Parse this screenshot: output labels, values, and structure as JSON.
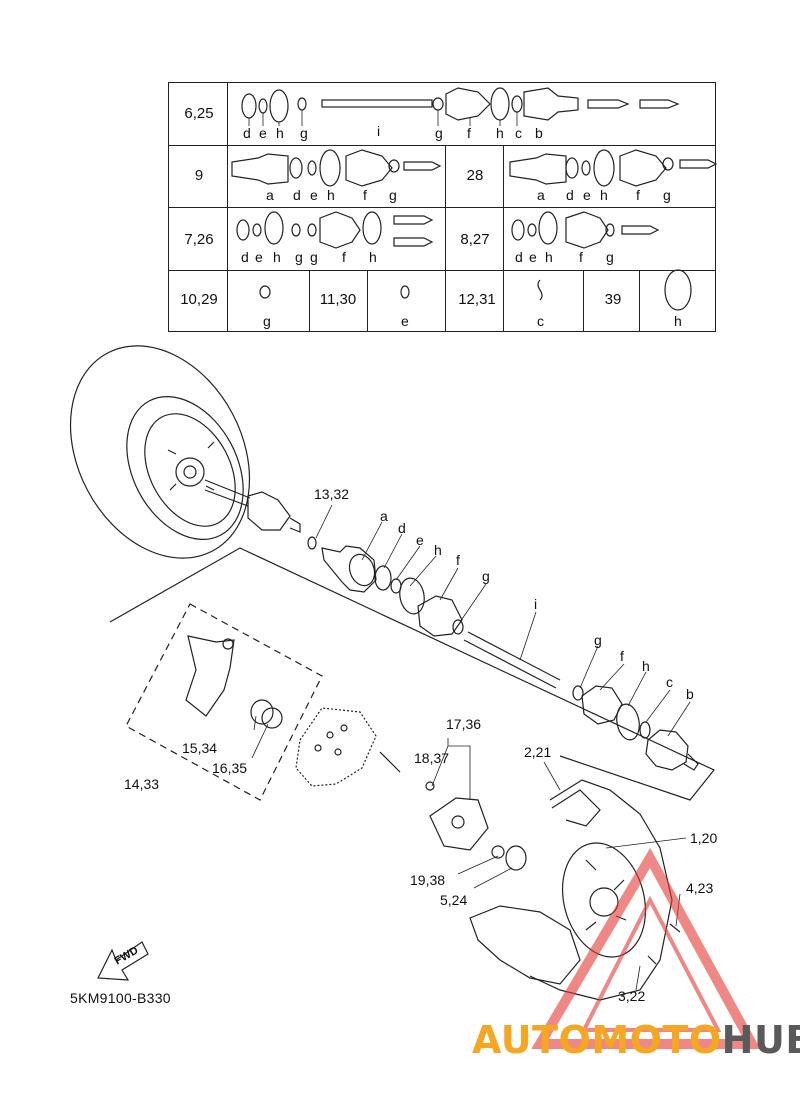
{
  "part_code": "5KM9100-B330",
  "fwd_label": "FWD",
  "watermark": {
    "part1": "AUTOMOTO",
    "part2": "HUB",
    "color1": "#f5a623",
    "color2": "#5a5a5a",
    "logo_color": "#e53935"
  },
  "kit_table": {
    "row1": {
      "kit": "6,25",
      "letters": [
        "d",
        "e",
        "h",
        "g",
        "i",
        "g",
        "f",
        "h",
        "c",
        "b"
      ]
    },
    "row2": {
      "kit_left": "9",
      "letters_left": [
        "a",
        "d",
        "e",
        "h",
        "f",
        "g"
      ],
      "kit_right": "28",
      "letters_right": [
        "a",
        "d",
        "e",
        "h",
        "f",
        "g"
      ]
    },
    "row3": {
      "kit_left": "7,26",
      "letters_left": [
        "d",
        "e",
        "h",
        "g",
        "g",
        "f",
        "h"
      ],
      "kit_right": "8,27",
      "letters_right": [
        "d",
        "e",
        "h",
        "f",
        "g"
      ]
    },
    "row4": {
      "kit_a": "10,29",
      "letter_a": "g",
      "kit_b": "11,30",
      "letter_b": "e",
      "kit_c": "12,31",
      "letter_c": "c",
      "kit_d": "39",
      "letter_d": "h"
    }
  },
  "callouts": {
    "c13_32": "13,32",
    "a": "a",
    "d": "d",
    "e": "e",
    "h1": "h",
    "f1": "f",
    "g1": "g",
    "i": "i",
    "g2": "g",
    "f2": "f",
    "h2": "h",
    "c": "c",
    "b": "b",
    "c17_36": "17,36",
    "c18_37": "18,37",
    "c2_21": "2,21",
    "c1_20": "1,20",
    "c15_34": "15,34",
    "c16_35": "16,35",
    "c14_33": "14,33",
    "c19_38": "19,38",
    "c5_24": "5,24",
    "c4_23": "4,23",
    "c3_22": "3,22"
  }
}
